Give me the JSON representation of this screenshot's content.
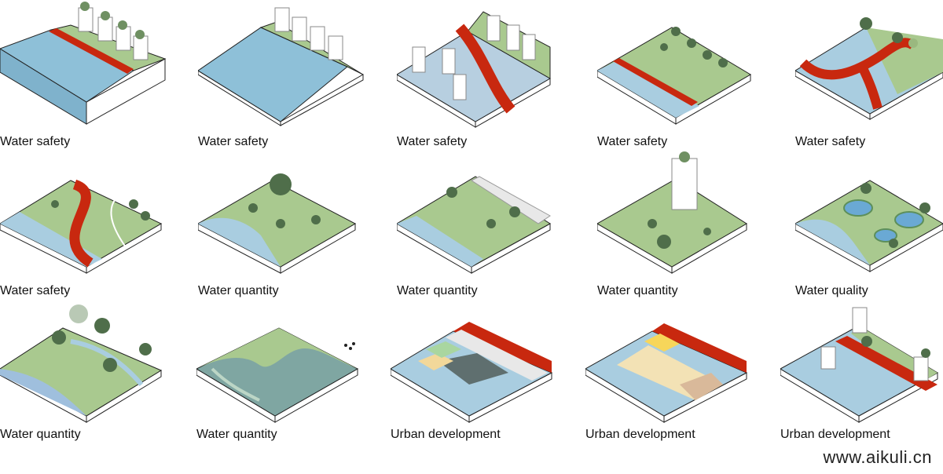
{
  "tiles": [
    {
      "label": "Water safety"
    },
    {
      "label": "Water safety"
    },
    {
      "label": "Water safety"
    },
    {
      "label": "Water safety"
    },
    {
      "label": "Water safety"
    },
    {
      "label": "Water safety"
    },
    {
      "label": "Water quantity"
    },
    {
      "label": "Water quantity"
    },
    {
      "label": "Water quantity"
    },
    {
      "label": "Water quality"
    },
    {
      "label": "Water quantity"
    },
    {
      "label": "Water quantity"
    },
    {
      "label": "Urban development"
    },
    {
      "label": "Urban development"
    },
    {
      "label": "Urban development"
    }
  ],
  "watermark": "www.aikuli.cn",
  "colors": {
    "grass": "#a9c98f",
    "water": "#a9cde0",
    "deep_water": "#7fb2cc",
    "road": "#c8280f",
    "tree": "#4f6e4a",
    "building": "#ffffff"
  }
}
